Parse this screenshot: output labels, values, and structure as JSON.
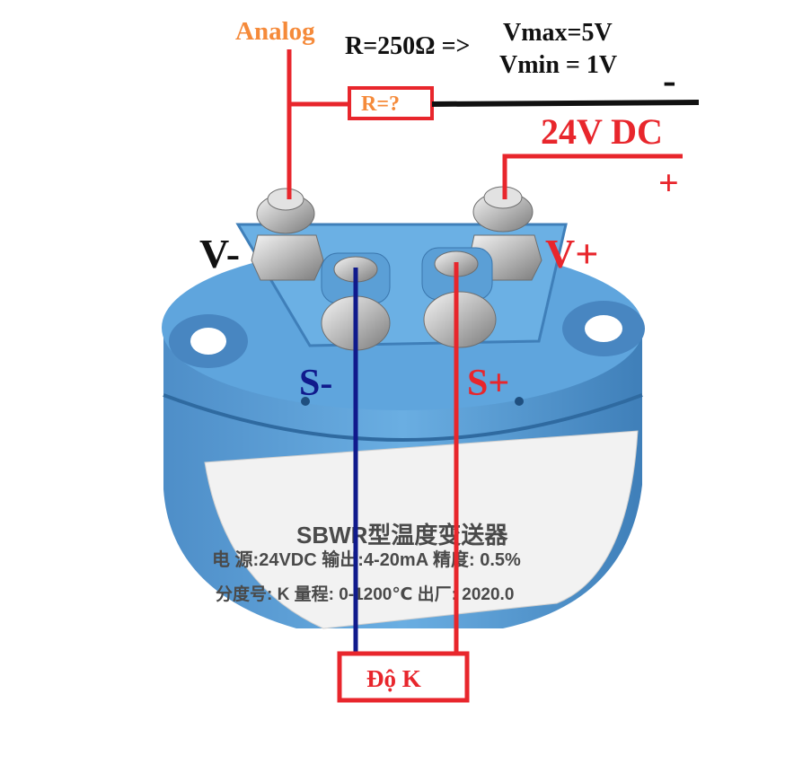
{
  "labels": {
    "analog": "Analog",
    "formula": "R=250Ω =>",
    "vmax": "Vmax=5V",
    "vmin": "Vmin = 1V",
    "resistor": "R=?",
    "minus": "-",
    "supply": "24V DC",
    "plus": "+",
    "v_minus": "V-",
    "v_plus": "V+",
    "s_minus": "S-",
    "s_plus": "S+",
    "sensor": "Độ K"
  },
  "device_label": {
    "title": "SBWR型温度变送器",
    "line1": "电 源:24VDC 输出:4-20mA 精度: 0.5%",
    "line2": "分度号:  K    量程: 0-1200℃ 出厂: 2020.0"
  },
  "colors": {
    "red": "#e8262c",
    "orange": "#f58a3a",
    "black": "#111111",
    "navy": "#101a8c",
    "body": "#5aa0d8",
    "body_dark": "#3d7fba"
  }
}
